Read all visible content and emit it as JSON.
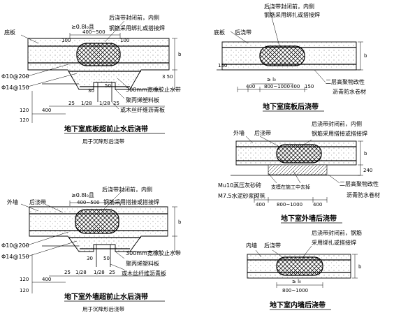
{
  "panel_a": {
    "labels": [
      "底板",
      "≥0.8l₀且",
      "后浇带封闭前，内侧",
      "钢筋采用绑扎或搭接焊",
      "100",
      "100",
      "400~500",
      "3 50",
      "b",
      "Φ10@200",
      "Φ14@150",
      "30",
      "50",
      "300mm宽橡胶止水带",
      "聚丙烯塑料板",
      "或木丝纤维沥青板",
      "25",
      "1/28",
      "1/28",
      "25",
      "400",
      "120",
      "120"
    ],
    "title": "地下室底板超前止水后浇带",
    "subtitle": "用于沉降形后浇带"
  },
  "panel_b": {
    "labels": [
      "后浇带封闭前，内侧",
      "钢筋采用绑扎或搭接焊",
      "底板",
      "后浇带",
      "b",
      "150",
      "400",
      "800~1000",
      "400",
      "150",
      "≥ l₀",
      "二层高聚物改性",
      "沥青防水卷材"
    ],
    "title": "地下室底板后浇带"
  },
  "panel_c": {
    "labels": [
      "外墙",
      "后浇带",
      "后浇带封闭前，内侧",
      "钢筋采用搭接或搭接焊",
      "b",
      "240",
      "Mu10蒸压灰砂砖",
      "M7.5水泥砂浆砌筑",
      "支模在施工中去掉",
      "400",
      "800~1000",
      "400",
      "二层高聚物改性",
      "沥青防水卷材"
    ],
    "title": "地下室外墙后浇带"
  },
  "panel_d": {
    "labels": [
      "≥0.8l₀且",
      "后浇带封闭前，内侧",
      "外墙",
      "后浇带",
      "400~500",
      "钢筋采用搭接或搭接焊",
      "Φ10@200",
      "Φ14@150",
      "30",
      "b",
      "50",
      "300mm宽橡胶止水带",
      "聚丙烯塑料板",
      "或木丝纤维沥青板",
      "25",
      "1/28",
      "1/28",
      "25",
      "400",
      "120",
      "120"
    ],
    "title": "地下室外墙超前止水后浇带",
    "subtitle": "用于沉降形后浇带"
  },
  "panel_e": {
    "labels": [
      "后浇带封闭前，钢筋",
      "内墙",
      "后浇带",
      "采用绑扎或搭接焊",
      "b",
      "≥ l₀",
      "800~1000"
    ],
    "title": "地下室内墙后浇带"
  }
}
